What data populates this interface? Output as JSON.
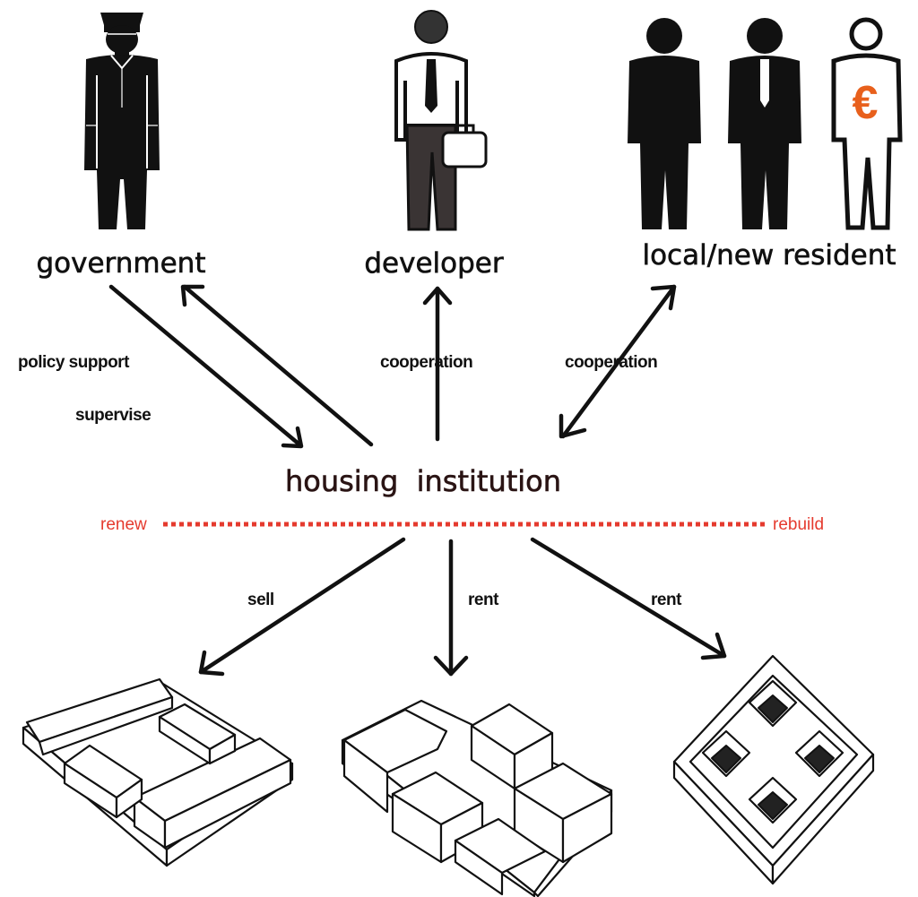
{
  "actors": {
    "government": "government",
    "developer": "developer",
    "resident": "local/new resident"
  },
  "hub": "housing  institution",
  "relations": {
    "policy_support": "policy support",
    "supervise": "supervise",
    "cooperation_developer": "cooperation",
    "cooperation_resident": "cooperation"
  },
  "divider": {
    "left": "renew",
    "right": "rebuild",
    "color": "#e53a2e"
  },
  "outcomes": {
    "sell": "sell",
    "rent_middle": "rent",
    "rent_right": "rent"
  },
  "icons": {
    "officer": "officer-icon",
    "developer": "businessman-icon",
    "residents": "people-icon",
    "euro": "€",
    "euro_color": "#e8601c"
  }
}
